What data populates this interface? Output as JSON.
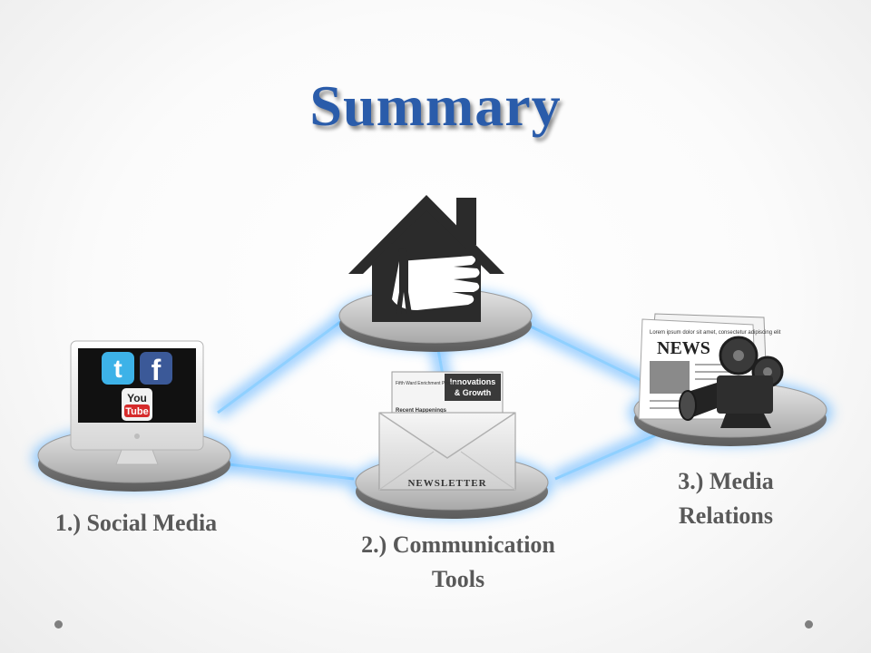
{
  "title": "Summary",
  "labels": {
    "social": "1.) Social Media",
    "comm_line1": "2.) Communication",
    "comm_line2": "Tools",
    "media_line1": "3.) Media",
    "media_line2": "Relations"
  },
  "newsletter": {
    "banner_line1": "Innovations",
    "banner_line2": "& Growth",
    "recent": "Recent Happenings",
    "small": "Fifth Ward Enrichment Program",
    "label": "NEWSLETTER"
  },
  "news": {
    "masthead": "NEWS",
    "headline": "Lorem ipsum dolor sit amet, consectetur adipiscing elit"
  },
  "social_icons": {
    "twitter": "t",
    "facebook": "f",
    "youtube_line1": "You",
    "youtube_line2": "Tube"
  },
  "colors": {
    "title": "#2a5caa",
    "glow": "#3fa3ff",
    "label": "#595959",
    "house": "#2b2b2b"
  }
}
